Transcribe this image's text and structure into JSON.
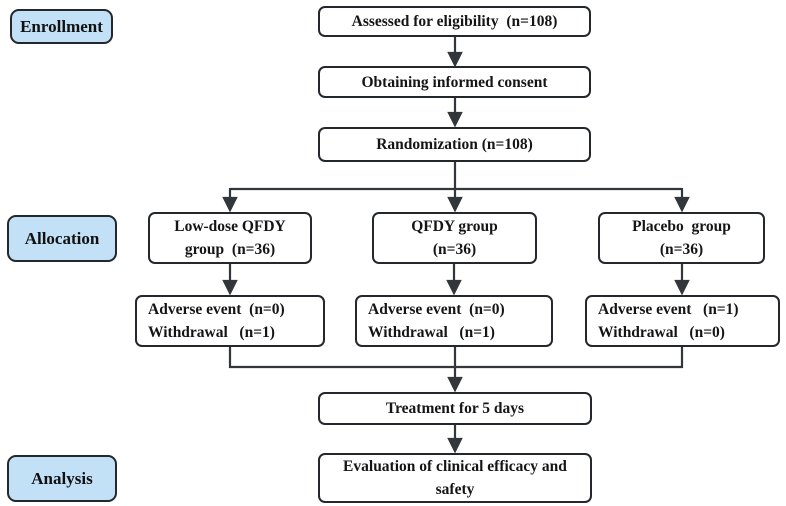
{
  "stage_labels": {
    "enrollment": "Enrollment",
    "allocation": "Allocation",
    "analysis": "Analysis"
  },
  "flow": {
    "assessed": "Assessed for eligibility  (n=108)",
    "consent": "Obtaining informed consent",
    "randomization": "Randomization (n=108)",
    "groups": [
      {
        "line1": "Low-dose QFDY",
        "line2": "group  (n=36)"
      },
      {
        "line1": "QFDY group",
        "line2": "(n=36)"
      },
      {
        "line1": "Placebo  group",
        "line2": "(n=36)"
      }
    ],
    "outcomes": [
      {
        "line1": "Adverse event  (n=0)",
        "line2": "Withdrawal   (n=1)"
      },
      {
        "line1": "Adverse event  (n=0)",
        "line2": "Withdrawal   (n=1)"
      },
      {
        "line1": "Adverse event   (n=1)",
        "line2": "Withdrawal   (n=0)"
      }
    ],
    "treatment": "Treatment for 5 days",
    "evaluation": {
      "line1": "Evaluation of clinical efficacy and",
      "line2": "safety"
    }
  },
  "colors": {
    "stage_fill": "#c2e0f6",
    "box_border": "#24272c",
    "connector_line": "#33363a",
    "text": "#151515"
  }
}
